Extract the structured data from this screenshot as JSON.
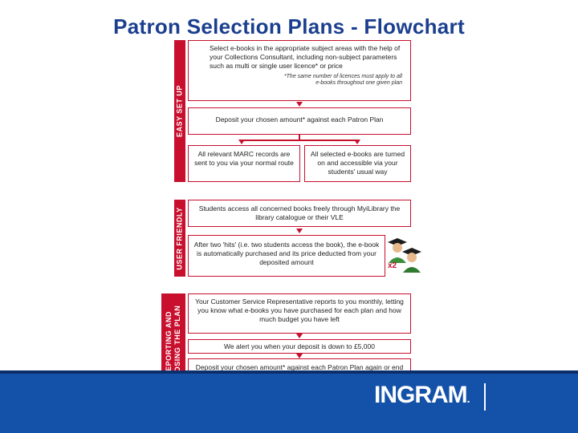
{
  "title": "Patron Selection Plans - Flowchart",
  "stages": [
    {
      "label": "EASY SET UP"
    },
    {
      "label": "USER FRIENDLY"
    },
    {
      "label_line1": "REPORTING AND",
      "label_line2": "CLOSING THE PLAN"
    }
  ],
  "boxes": {
    "select": "Select e-books in the appropriate subject areas with the help of your Collections Consultant, including non-subject parameters such as multi or single user licence* or price",
    "select_note_line1": "*The same number of licences must apply to all",
    "select_note_line2": "e-books throughout one given plan",
    "deposit": "Deposit your chosen amount* against each Patron Plan",
    "marc": "All relevant MARC records are sent to you via your normal route",
    "turned_on": "All selected e-books are turned on and accessible via your students' usual way",
    "access": "Students access all concerned books freely through MyiLibrary the library catalogue or their VLE",
    "purchase": "After two 'hits' (i.e. two students access the book), the e-book is automatically purchased and its price deducted from your deposited amount",
    "report": "Your Customer Service Representative reports to you monthly, letting you know what e-books you have purchased for each plan and how much budget you have left",
    "alert": "We alert you when your deposit is down to £5,000",
    "redeposit": "Deposit your chosen amount* against each Patron Plan again or end the Patron Plan"
  },
  "badge": "x2",
  "icons": [
    "graduate-student-icon"
  ],
  "footer": {
    "logo_text": "INGRAM",
    "logo_mark": "."
  },
  "colors": {
    "accent": "#c8102e",
    "title": "#1b3f8f",
    "footer": "#1352a8"
  }
}
